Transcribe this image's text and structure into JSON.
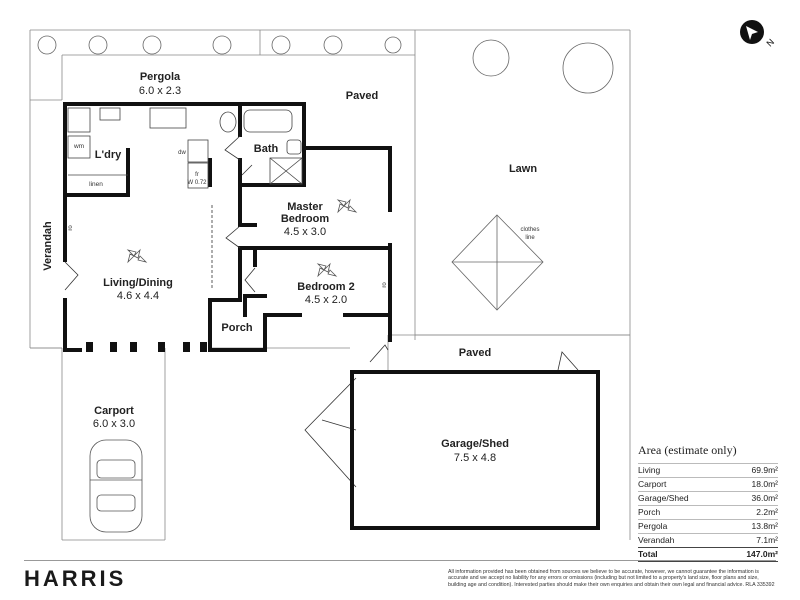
{
  "rooms": {
    "pergola": {
      "name": "Pergola",
      "size": "6.0 x 2.3"
    },
    "paved_top": {
      "name": "Paved"
    },
    "lawn": {
      "name": "Lawn"
    },
    "laundry": {
      "name": "L'dry"
    },
    "bath": {
      "name": "Bath"
    },
    "master": {
      "name": "Master",
      "name2": "Bedroom",
      "size": "4.5 x 3.0"
    },
    "bedroom2": {
      "name": "Bedroom 2",
      "size": "4.5 x 2.0"
    },
    "living": {
      "name": "Living/Dining",
      "size": "4.6 x 4.4"
    },
    "verandah": {
      "name": "Verandah"
    },
    "porch": {
      "name": "Porch"
    },
    "paved_mid": {
      "name": "Paved"
    },
    "carport": {
      "name": "Carport",
      "size": "6.0 x 3.0"
    },
    "garage": {
      "name": "Garage/Shed",
      "size": "7.5 x 4.8"
    }
  },
  "fixtures": {
    "wm": "wm",
    "linen": "linen",
    "dw": "dw",
    "fr": "fr",
    "w_size": "W 0.72",
    "clothes1": "clothes",
    "clothes2": "line",
    "robe": "ro"
  },
  "compass": {
    "north": "N"
  },
  "area": {
    "title": "Area (estimate only)",
    "rows": [
      {
        "label": "Living",
        "value": "69.9m²"
      },
      {
        "label": "Carport",
        "value": "18.0m²"
      },
      {
        "label": "Garage/Shed",
        "value": "36.0m²"
      },
      {
        "label": "Porch",
        "value": "2.2m²"
      },
      {
        "label": "Pergola",
        "value": "13.8m²"
      },
      {
        "label": "Verandah",
        "value": "7.1m²"
      }
    ],
    "total": {
      "label": "Total",
      "value": "147.0m²"
    }
  },
  "brand": "HARRIS",
  "disclaimer": "All information provided has been obtained from sources we believe to be accurate, however, we cannot guarantee the information is accurate and we accept no liability for any errors or omissions (including but not limited to a property's land size, floor plans and size, building age and condition). Interested parties should make their own enquiries and obtain their own legal and financial advice. RLA 335392"
}
